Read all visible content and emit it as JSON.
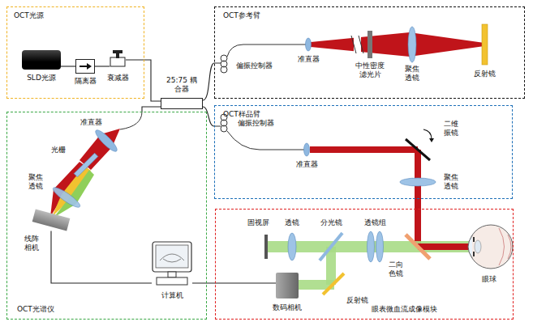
{
  "diagram": {
    "nodes": [
      {
        "text": [
          "OCT光源"
        ]
      },
      {
        "text": [
          "SLD光源"
        ],
        "in": 0
      },
      {
        "text": [
          "隔离器"
        ],
        "in": 0
      },
      {
        "text": [
          "衰减器"
        ],
        "in": 0
      },
      {
        "text": [
          "OCT参考臂"
        ]
      },
      {
        "text": [
          "25:75 耦合器"
        ]
      },
      {
        "text": [
          "OCT样品臂"
        ]
      },
      {
        "text": [
          "OCT光谱仪"
        ]
      },
      {
        "text": [
          "线阵 相机"
        ],
        "in": 7
      },
      {
        "text": [
          "计算机"
        ]
      },
      {
        "text": [
          "眼表微血流成像模块"
        ]
      },
      {
        "text": [
          "数码相机"
        ],
        "in": 10
      }
    ],
    "edges": [
      {
        "from": 1,
        "to": 2,
        "arrow": "none"
      },
      {
        "from": 2,
        "to": 3,
        "arrow": "none"
      },
      {
        "from": 3,
        "to": 5,
        "arrow": "none"
      },
      {
        "from": 5,
        "to": 4,
        "arrow": "none"
      },
      {
        "from": 5,
        "to": 6,
        "arrow": "none"
      },
      {
        "from": 5,
        "to": 7,
        "arrow": "none"
      },
      {
        "from": 8,
        "to": 9,
        "arrow": "none"
      },
      {
        "from": 9,
        "to": 11,
        "arrow": "none"
      }
    ],
    "labels": [
      "偏振控制器",
      "准直器",
      "中性密度 滤光片",
      "聚焦 透镜",
      "反射镜",
      "偏振控制器",
      "准直器",
      "二维 振镜",
      "聚焦 透镜",
      "准直器",
      "光栅",
      "聚焦 透镜",
      "固视屏",
      "透镜",
      "分光镜",
      "透镜组",
      "二向 色镜",
      "反射镜",
      "眼球"
    ]
  }
}
